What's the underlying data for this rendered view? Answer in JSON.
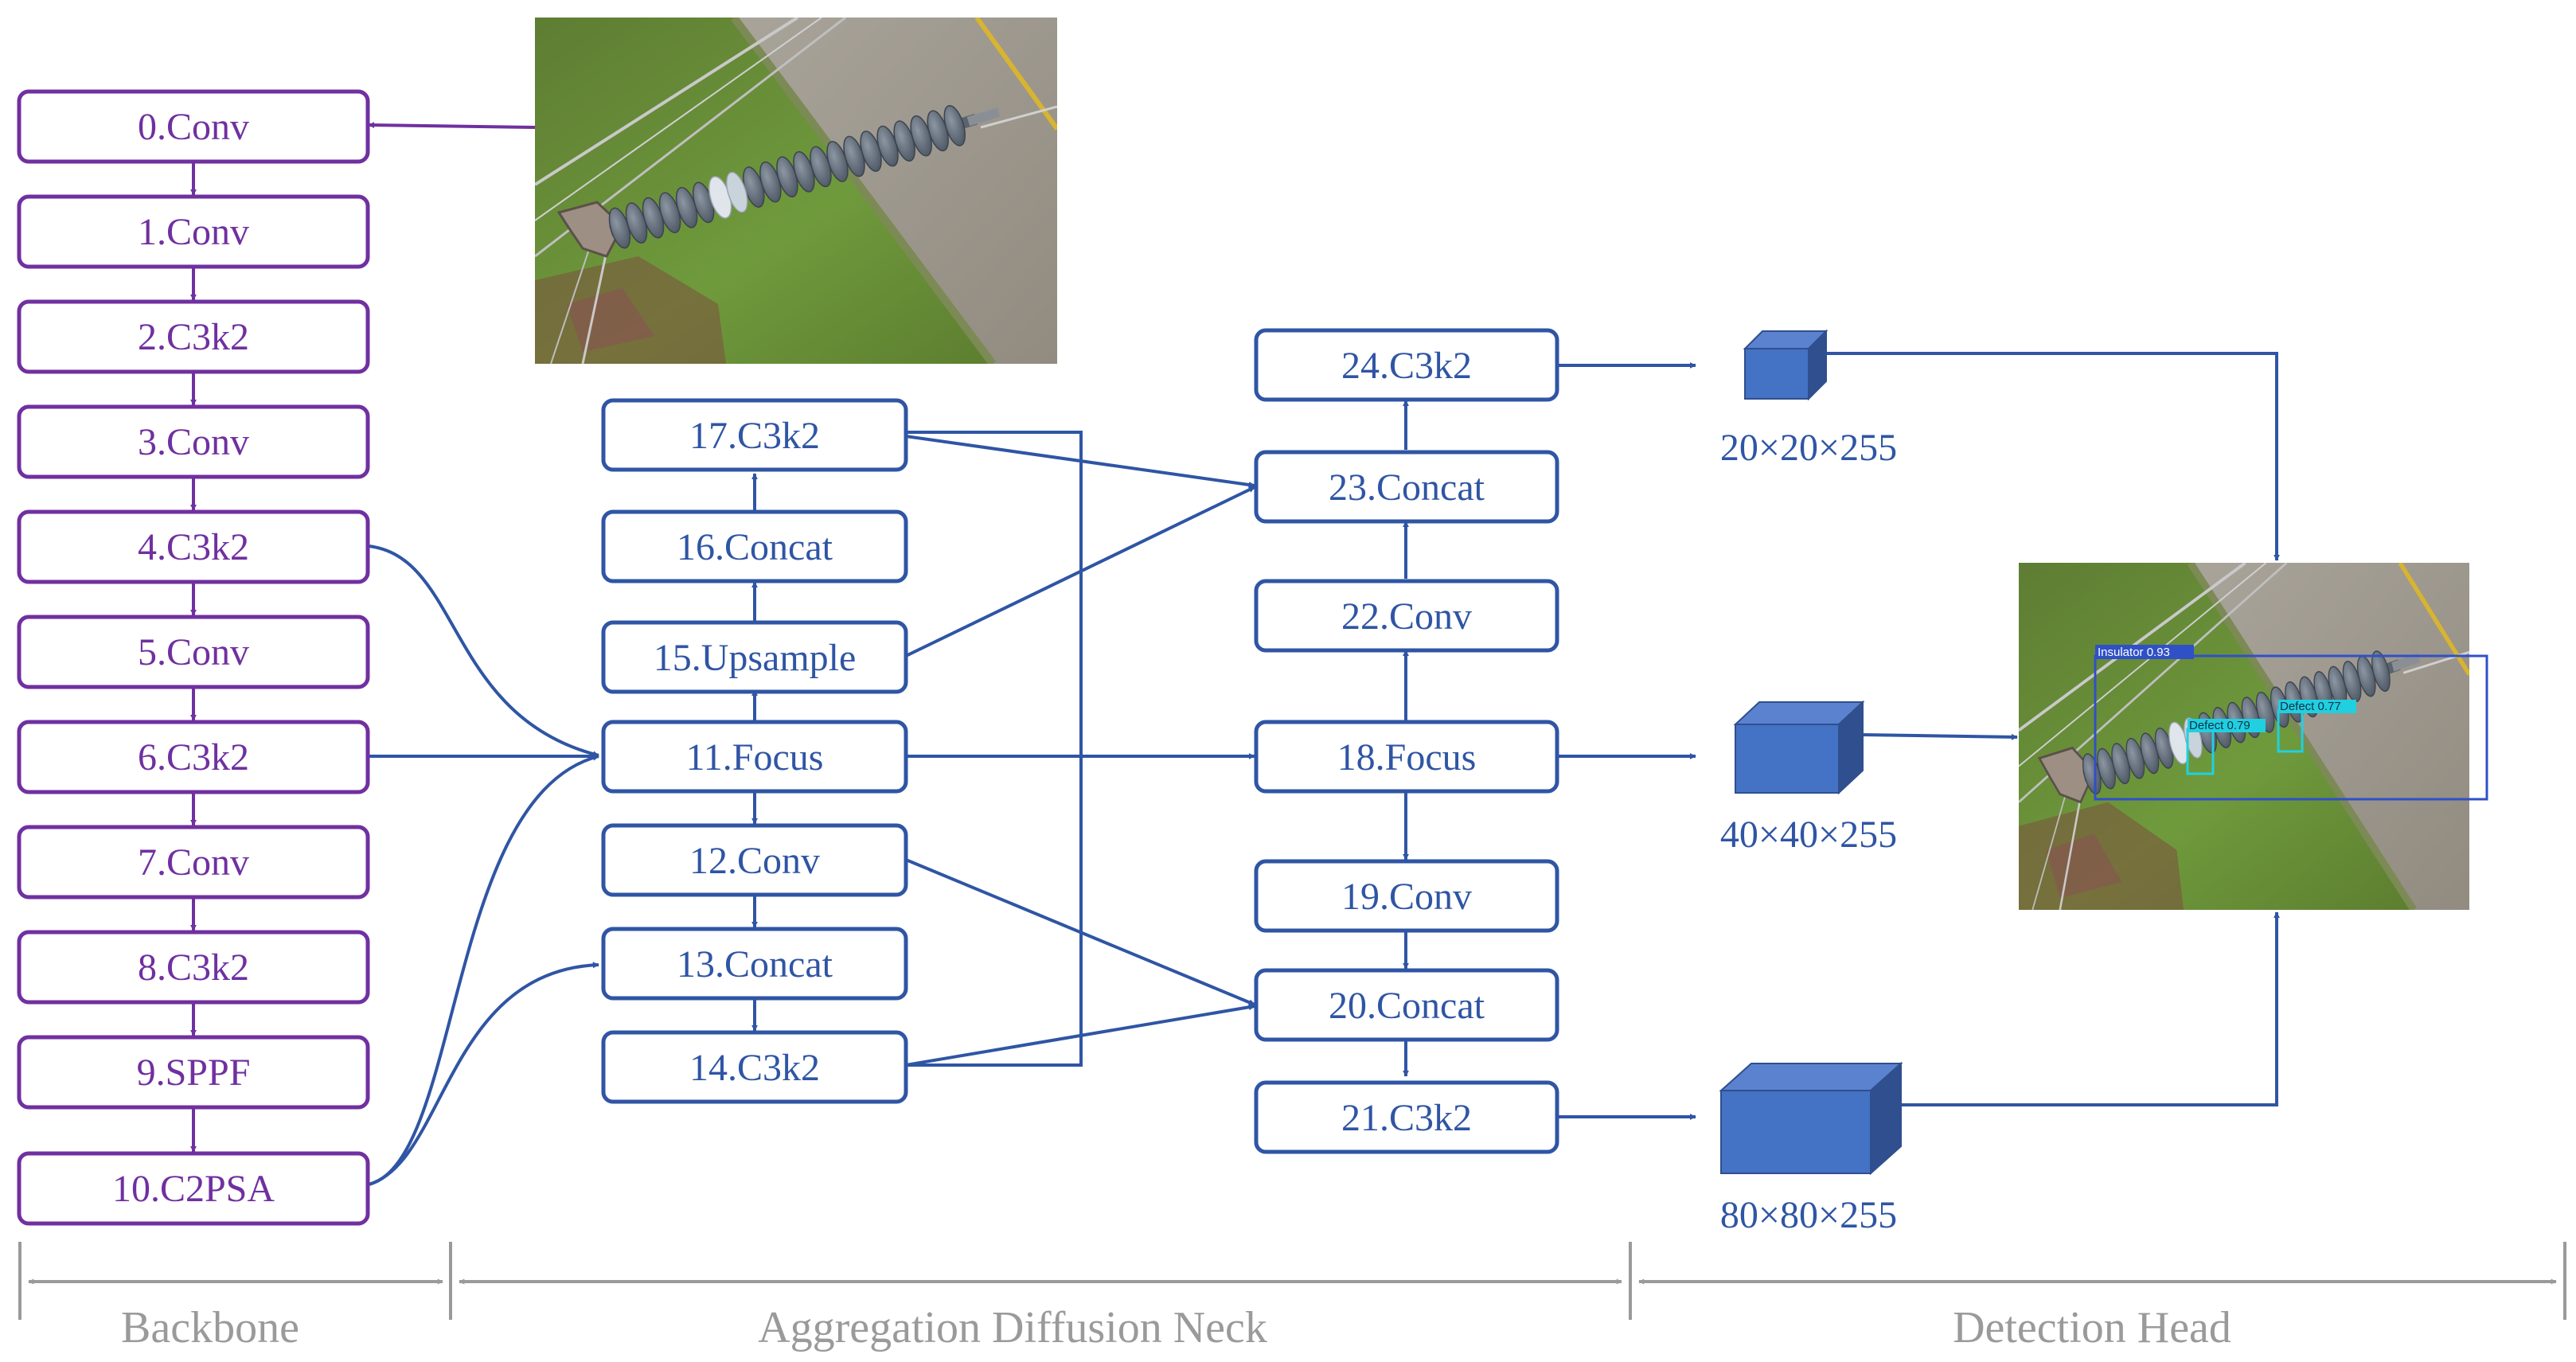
{
  "backbone": {
    "layers": [
      "0.Conv",
      "1.Conv",
      "2.C3k2",
      "3.Conv",
      "4.C3k2",
      "5.Conv",
      "6.C3k2",
      "7.Conv",
      "8.C3k2",
      "9.SPPF",
      "10.C2PSA"
    ]
  },
  "neck": {
    "column1": {
      "l11": "11.Focus",
      "l12": "12.Conv",
      "l13": "13.Concat",
      "l14": "14.C3k2",
      "l15": "15.Upsample",
      "l16": "16.Concat",
      "l17": "17.C3k2"
    },
    "column2": {
      "l18": "18.Focus",
      "l19": "19.Conv",
      "l20": "20.Concat",
      "l21": "21.C3k2",
      "l22": "22.Conv",
      "l23": "23.Concat",
      "l24": "24.C3k2"
    }
  },
  "head": {
    "outputs": [
      "20×20×255",
      "40×40×255",
      "80×80×255"
    ],
    "detections": [
      "Insulator 0.93",
      "Defect 0.79",
      "Defect 0.77"
    ]
  },
  "sections": {
    "backbone": "Backbone",
    "neck": "Aggregation Diffusion Neck",
    "head": "Detection Head"
  },
  "colors": {
    "backbone": "#7030a0",
    "neck": "#2f55a4",
    "cube": "#4472c4",
    "section": "#9a9a9a"
  }
}
